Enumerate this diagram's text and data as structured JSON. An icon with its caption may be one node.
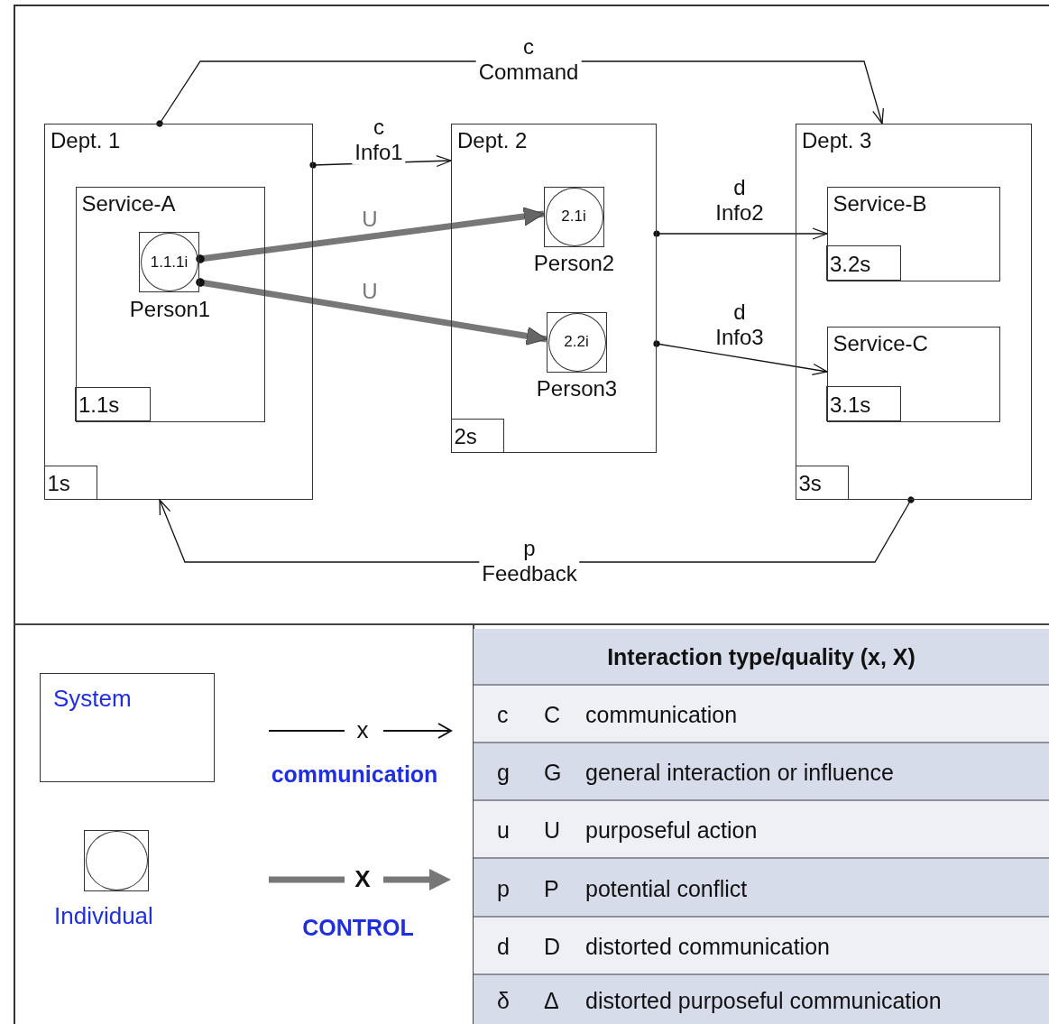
{
  "diagram": {
    "nodes": [
      {
        "text": [
          "Dept. 1"
        ]
      },
      {
        "text": [
          "Service-A"
        ],
        "in": 0
      },
      {
        "text": [
          "1.1.1i"
        ],
        "beside": [
          "Person1"
        ],
        "in": 1
      },
      {
        "text": [
          "1.1s"
        ],
        "in": 1
      },
      {
        "text": [
          "1s"
        ],
        "in": 0
      },
      {
        "text": [
          "Dept. 2"
        ]
      },
      {
        "text": [
          "2.1i"
        ],
        "beside": [
          "Person2"
        ],
        "in": 5
      },
      {
        "text": [
          "2.2i"
        ],
        "beside": [
          "Person3"
        ],
        "in": 5
      },
      {
        "text": [
          "2s"
        ],
        "in": 5
      },
      {
        "text": [
          "Dept. 3"
        ]
      },
      {
        "text": [
          "Service-B"
        ],
        "in": 9
      },
      {
        "text": [
          "3.2s"
        ],
        "in": 10
      },
      {
        "text": [
          "Service-C"
        ],
        "in": 9
      },
      {
        "text": [
          "3.1s"
        ],
        "in": 12
      },
      {
        "text": [
          "3s"
        ],
        "in": 9
      },
      {
        "text": [
          "System"
        ]
      },
      {
        "text": [],
        "shape": "circle",
        "beside": [
          "Individual"
        ]
      }
    ],
    "edges": [
      {
        "from": 0,
        "to": 9,
        "arrow": "to",
        "label": "c Command"
      },
      {
        "from": 0,
        "to": 5,
        "arrow": "to",
        "label": "c Info1"
      },
      {
        "from": 2,
        "to": 6,
        "arrow": "to",
        "label": "U",
        "style": "thick",
        "color": "#777777"
      },
      {
        "from": 2,
        "to": 7,
        "arrow": "to",
        "label": "U",
        "style": "thick",
        "color": "#777777"
      },
      {
        "from": 5,
        "to": 10,
        "arrow": "to",
        "label": "d Info2"
      },
      {
        "from": 5,
        "to": 12,
        "arrow": "to",
        "label": "d Info3"
      },
      {
        "from": 9,
        "to": 0,
        "arrow": "to",
        "label": "p Feedback"
      }
    ],
    "labels": [
      "x",
      "X",
      "Interaction type/quality (x, X)",
      "c",
      "C",
      "communication",
      "g",
      "G",
      "general interaction or influence",
      "u",
      "U",
      "purposeful action",
      "p",
      "P",
      "potential conflict",
      "d",
      "D",
      "distorted communication",
      "δ",
      "Δ",
      "distorted purposeful communication"
    ],
    "legend": [
      {
        "text": "communication"
      },
      {
        "text": "CONTROL"
      }
    ]
  }
}
